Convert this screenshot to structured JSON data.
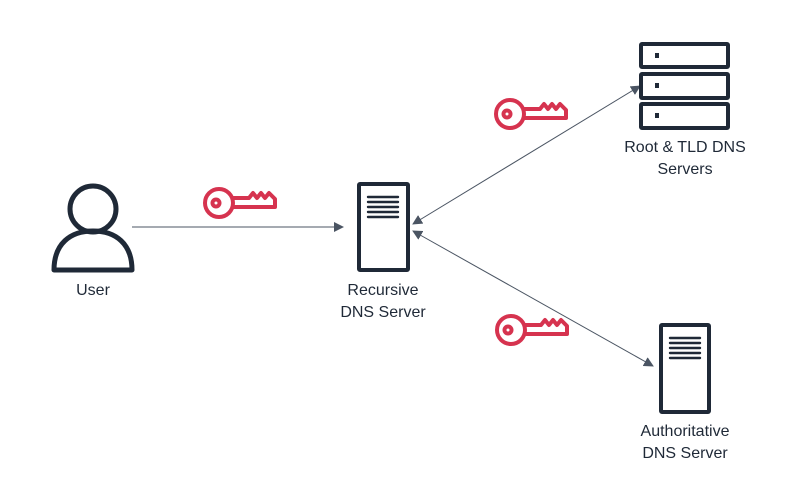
{
  "nodes": {
    "user": {
      "label": "User",
      "icon": "user-icon"
    },
    "recursive": {
      "label_line1": "Recursive",
      "label_line2": "DNS Server",
      "icon": "server-icon"
    },
    "root_tld": {
      "label_line1": "Root & TLD DNS",
      "label_line2": "Servers",
      "icon": "server-rack-icon"
    },
    "authoritative": {
      "label_line1": "Authoritative",
      "label_line2": "DNS Server",
      "icon": "server-icon"
    }
  },
  "edges": [
    {
      "from": "user",
      "to": "recursive",
      "direction": "one-way",
      "marker": "key-icon"
    },
    {
      "from": "recursive",
      "to": "root_tld",
      "direction": "two-way",
      "marker": "key-icon"
    },
    {
      "from": "recursive",
      "to": "authoritative",
      "direction": "two-way",
      "marker": "key-icon"
    }
  ],
  "colors": {
    "icon_stroke": "#1f2937",
    "key": "#d6334f",
    "line": "#4b5563"
  }
}
